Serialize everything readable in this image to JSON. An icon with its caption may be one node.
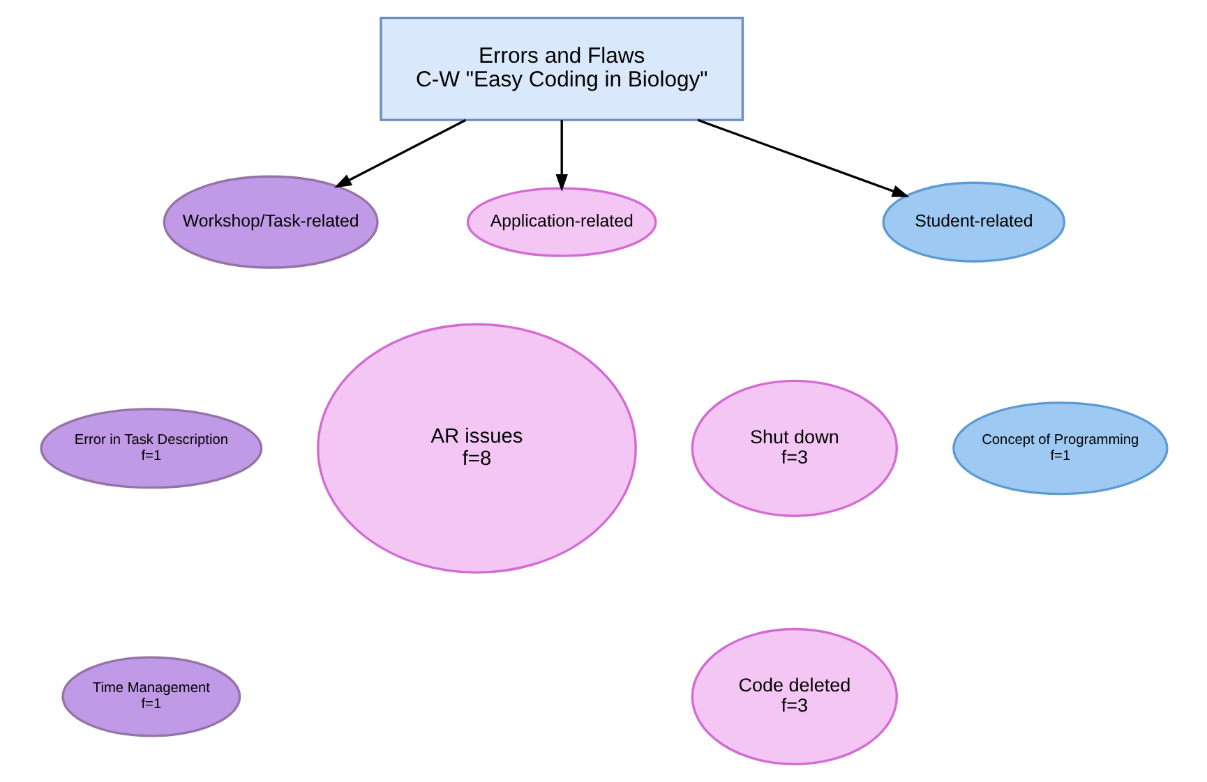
{
  "diagram": {
    "nodes": [
      {
        "text": [
          "Errors and Flaws",
          "C-W \"Easy Coding in Biology\""
        ]
      },
      {
        "text": [
          "Workshop/Task-related"
        ]
      },
      {
        "text": [
          "Application-related"
        ]
      },
      {
        "text": [
          "Student-related"
        ]
      },
      {
        "text": [
          "Error in Task Description",
          "f=1"
        ]
      },
      {
        "text": [
          "Time Management",
          "f=1"
        ]
      },
      {
        "text": [
          "AR issues",
          "f=8"
        ]
      },
      {
        "text": [
          "Shut down",
          "f=3"
        ]
      },
      {
        "text": [
          "Code deleted",
          "f=3"
        ]
      },
      {
        "text": [
          "Concept of Programming",
          "f=1"
        ]
      }
    ],
    "edges": [
      {
        "from": 0,
        "to": 1,
        "arrow": "to"
      },
      {
        "from": 0,
        "to": 2,
        "arrow": "to"
      },
      {
        "from": 0,
        "to": 3,
        "arrow": "to"
      }
    ]
  }
}
